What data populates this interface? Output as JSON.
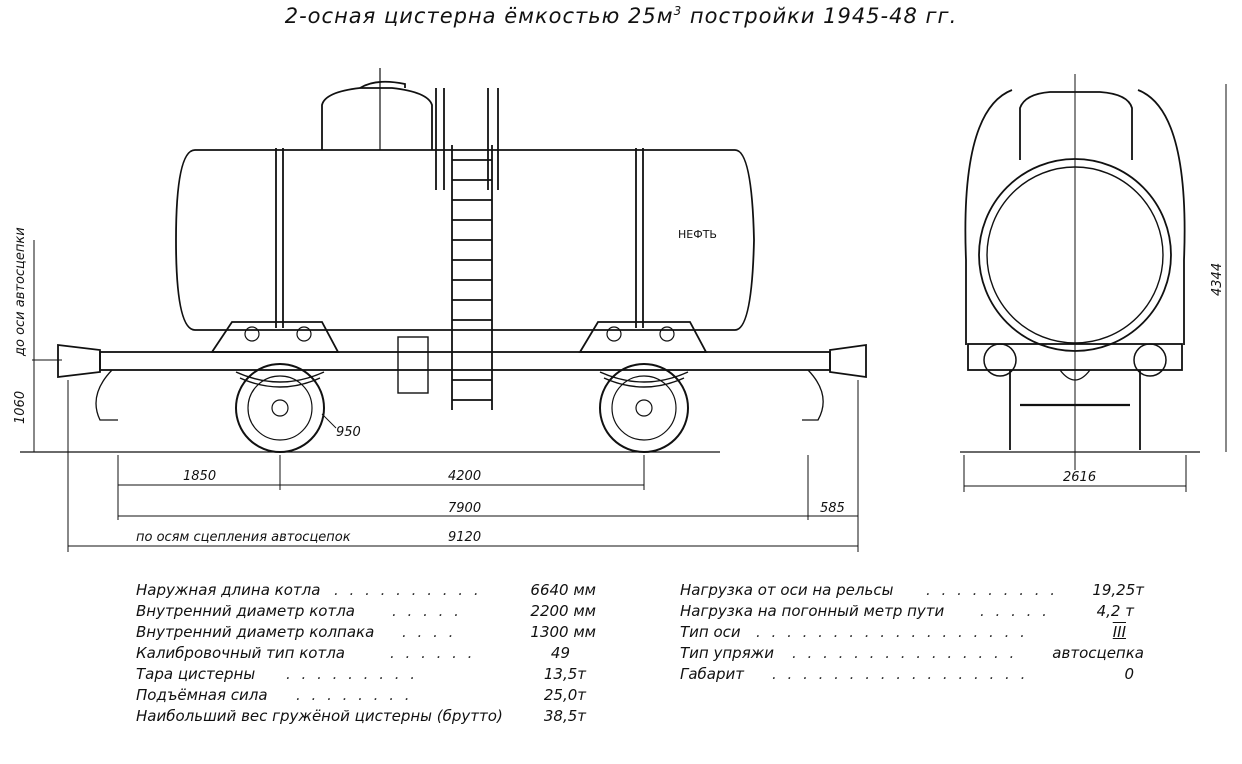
{
  "title": {
    "main": "2-осная цистерна ёмкостью 25м",
    "sup": "3",
    "tail": " постройки 1945-48 гг."
  },
  "labels": {
    "cargo": "НЕФТЬ",
    "axis_height_vertical": "до оси автосцепки",
    "coupler_axes": "по осям сцепления автосцепок"
  },
  "dimensions": {
    "wheel_diameter": "950",
    "coupler_height": "1060",
    "overhang": "1850",
    "wheelbase": "4200",
    "frame_length": "7900",
    "coupler_protrusion": "585",
    "total_length": "9120",
    "width": "2616",
    "height": "4344"
  },
  "specs_left": [
    {
      "label": "Наружная длина котла",
      "value": "6640 мм"
    },
    {
      "label": "Внутренний диаметр котла",
      "value": "2200 мм"
    },
    {
      "label": "Внутренний диаметр колпака",
      "value": "1300 мм"
    },
    {
      "label": "Калибровочный тип котла",
      "value": "49"
    },
    {
      "label": "Тара цистерны",
      "value": "13,5т"
    },
    {
      "label": "Подъёмная сила",
      "value": "25,0т"
    },
    {
      "label": "Наибольший вес гружёной цистерны (брутто)",
      "value": "38,5т"
    }
  ],
  "specs_right": [
    {
      "label": "Нагрузка от оси на рельсы",
      "value": "19,25т"
    },
    {
      "label": "Нагрузка на погонный метр пути",
      "value": "4,2 т"
    },
    {
      "label": "Тип оси",
      "value": "III"
    },
    {
      "label": "Тип упряжи",
      "value": "автосцепка"
    },
    {
      "label": "Габарит",
      "value": "0"
    }
  ]
}
